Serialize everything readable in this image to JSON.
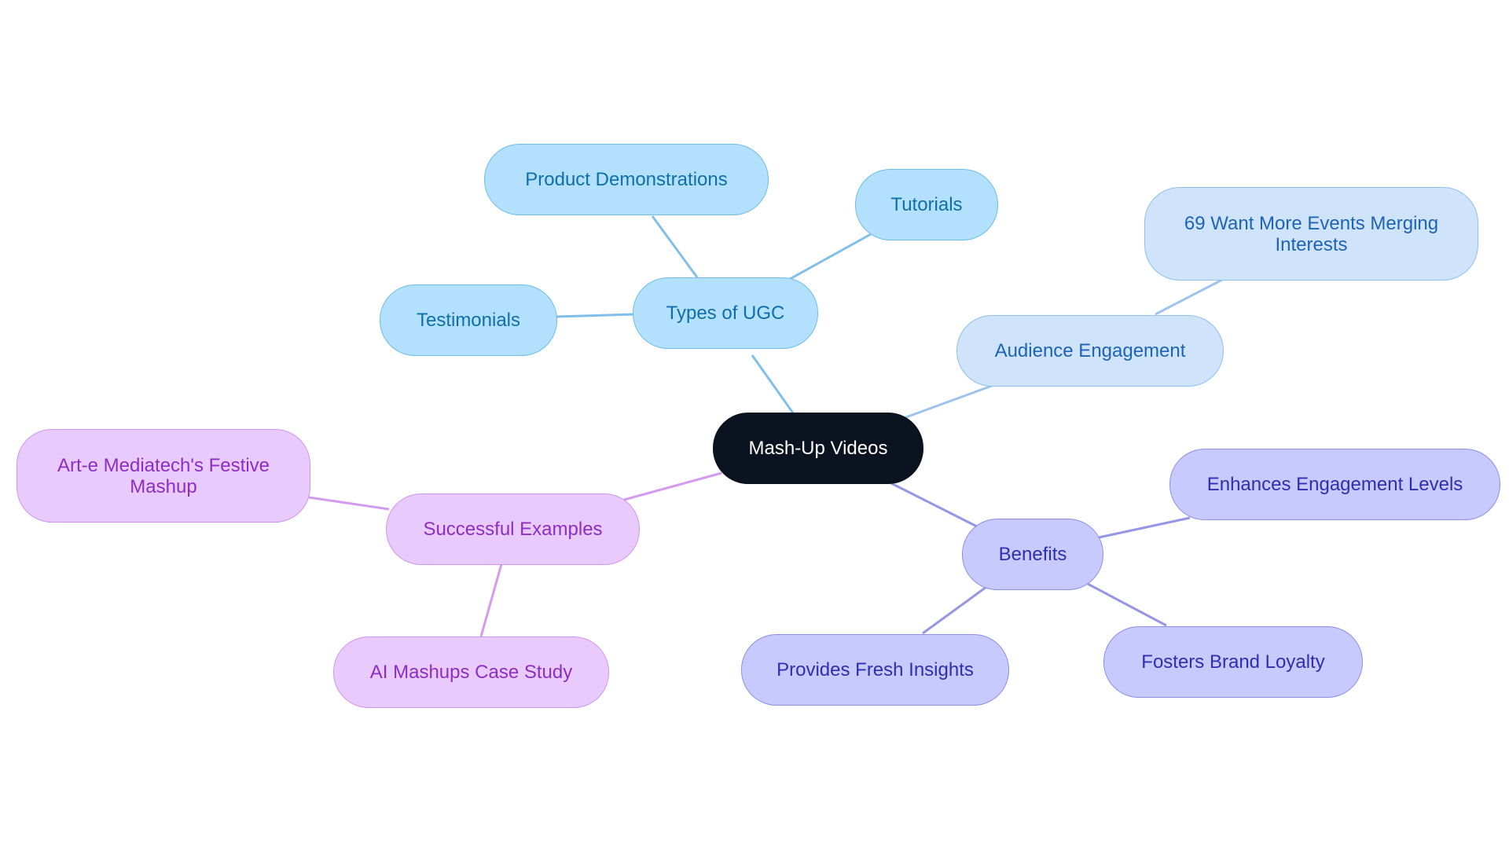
{
  "diagram": {
    "root": {
      "label": "Mash-Up Videos"
    },
    "branches": [
      {
        "label": "Types of UGC",
        "color": "#7fbfea",
        "children": [
          "Product Demonstrations",
          "Tutorials",
          "Testimonials"
        ]
      },
      {
        "label": "Audience Engagement",
        "color": "#9ec4ee",
        "children": [
          "69 Want More Events Merging Interests"
        ]
      },
      {
        "label": "Benefits",
        "color": "#9596e6",
        "children": [
          "Enhances Engagement Levels",
          "Fosters Brand Loyalty",
          "Provides Fresh Insights"
        ]
      },
      {
        "label": "Successful Examples",
        "color": "#d39af0",
        "children": [
          "Art-e Mediatech's Festive Mashup",
          "AI Mashups Case Study"
        ]
      }
    ]
  }
}
